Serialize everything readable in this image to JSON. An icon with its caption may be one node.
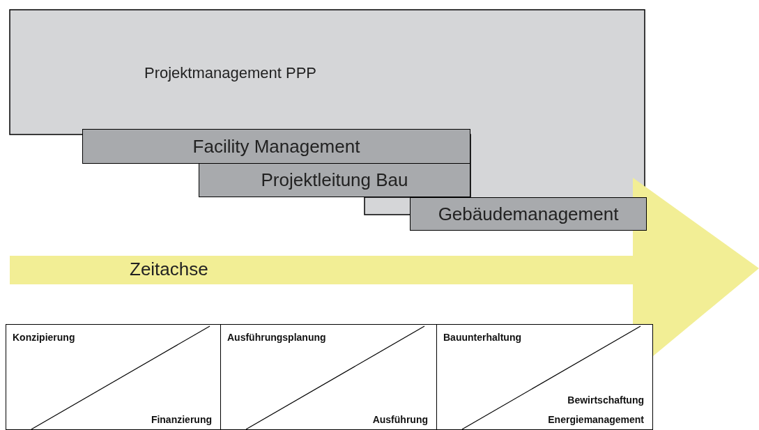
{
  "diagram": {
    "nodes": [
      {
        "text": [
          "Projektmanagement PPP"
        ]
      },
      {
        "text": [
          "Facility Management"
        ]
      },
      {
        "text": [
          "Projektleitung Bau"
        ]
      },
      {
        "text": [
          "Gebäudemanagement"
        ]
      },
      {
        "text": [
          "Zeitachse"
        ]
      },
      {
        "text": [
          "Konzipierung",
          "Finanzierung"
        ]
      },
      {
        "text": [
          "Ausführungsplanung",
          "Ausführung"
        ]
      },
      {
        "text": [
          "Bauunterhaltung",
          "Bewirtschaftung",
          "Energiemanagement"
        ]
      }
    ]
  }
}
